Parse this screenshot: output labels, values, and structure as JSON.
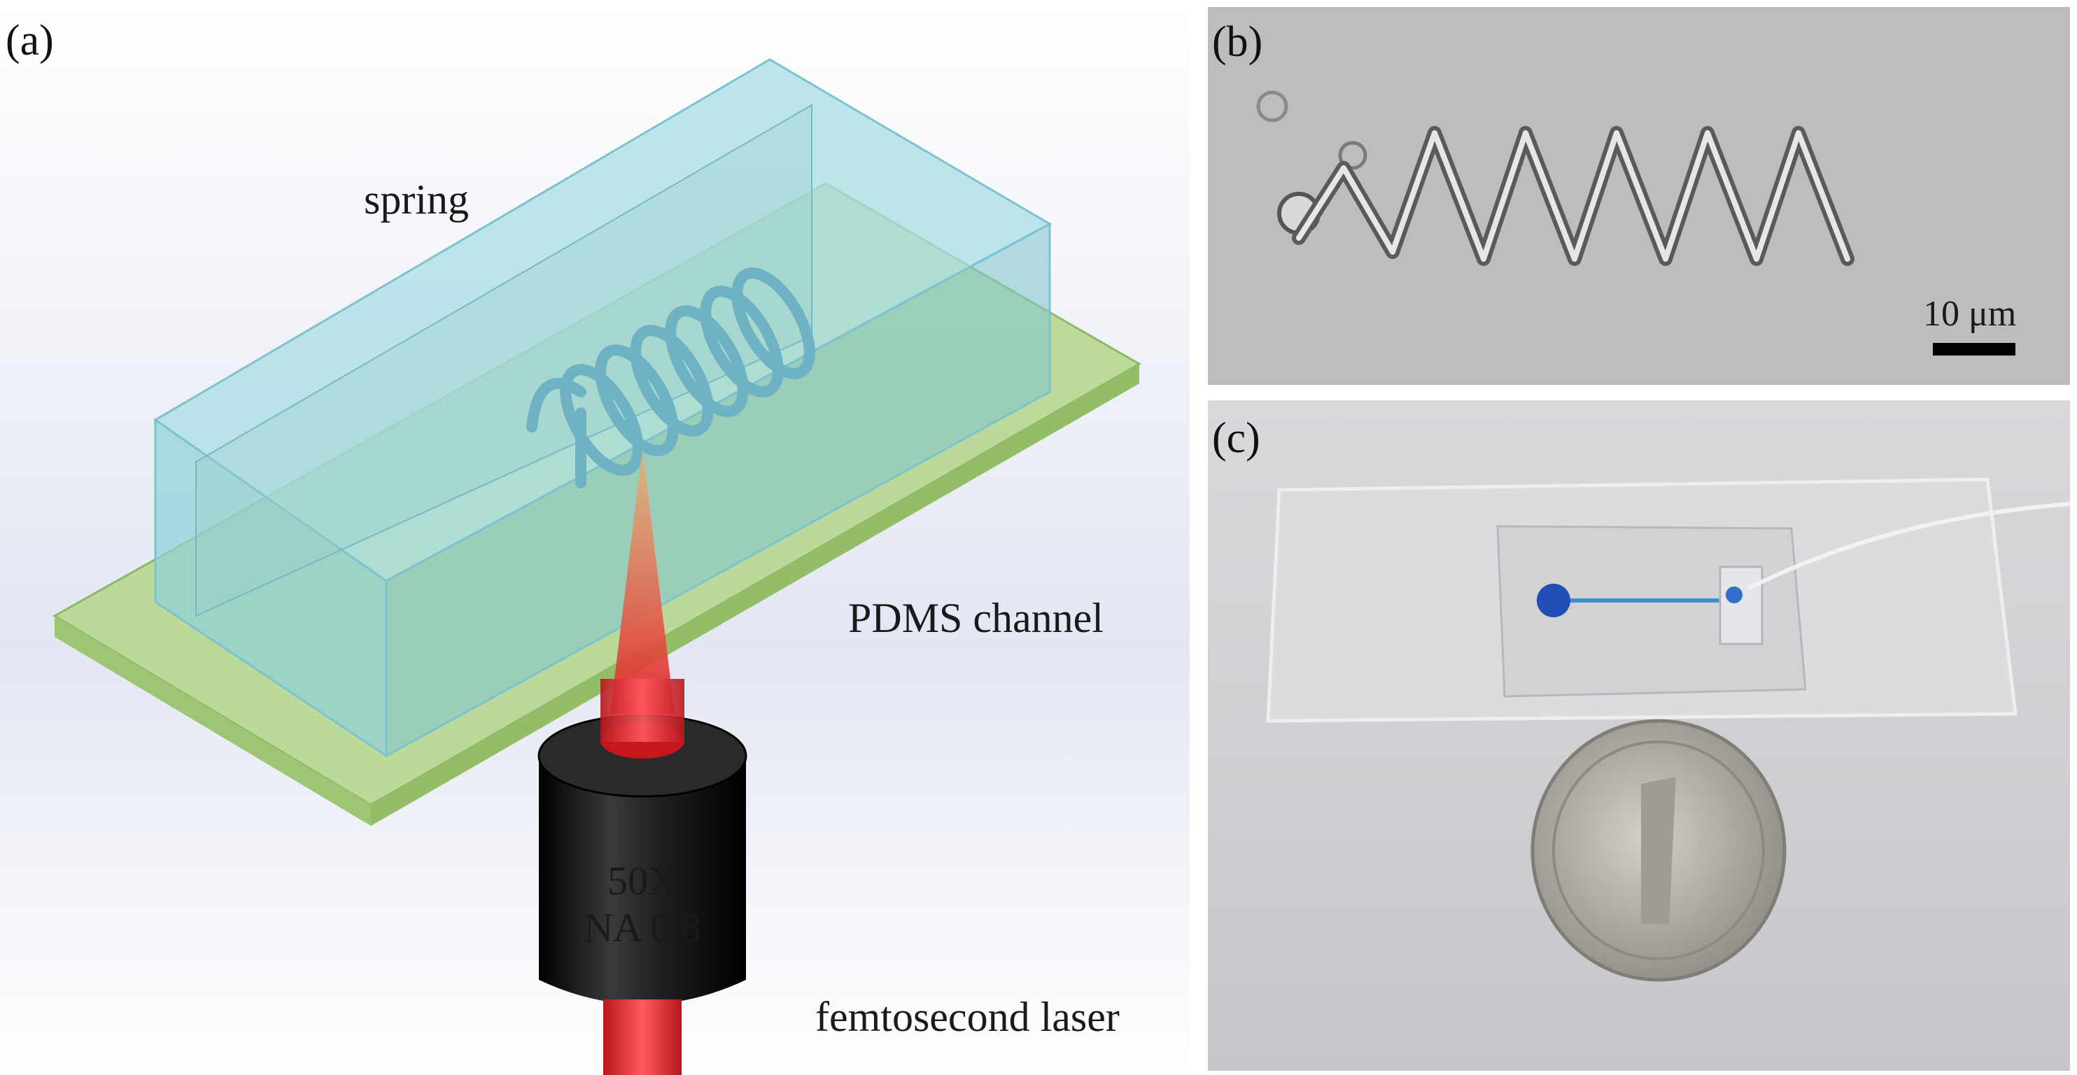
{
  "panels": {
    "a": {
      "label": "(a)",
      "spring_label": "spring",
      "channel_label": "PDMS channel",
      "objective_line1": "50X",
      "objective_line2": "NA 0.8",
      "laser_label": "femtosecond laser"
    },
    "b": {
      "label": "(b)",
      "scale_label": "10 μm"
    },
    "c": {
      "label": "(c)"
    }
  },
  "colors": {
    "pdms_block": "#8fd0da",
    "glass_slide": "#a9cf7e",
    "spring": "#6fb2c4",
    "laser_red": "#e0242c",
    "objective": "#151515",
    "dye_blue": "#1f4fb5",
    "coin": "#b9b7ad"
  }
}
